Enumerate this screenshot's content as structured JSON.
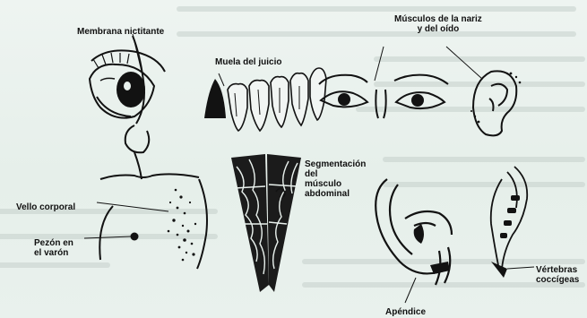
{
  "labels": {
    "nictitating": "Membrana nictitante",
    "wisdom_tooth": "Muela del juicio",
    "nose_ear_muscles": "Músculos de la nariz\ny del oído",
    "body_hair": "Vello corporal",
    "male_nipple": "Pezón en\nel varón",
    "abdominal_segmentation": "Segmentación\ndel\nmúsculo\nabdominal",
    "appendix": "Apéndice",
    "coccyx": "Vértebras\ncoccígeas"
  },
  "colors": {
    "ink": "#121212",
    "paper": "#e9f1ed",
    "faint_text": "#c6d1cc"
  }
}
